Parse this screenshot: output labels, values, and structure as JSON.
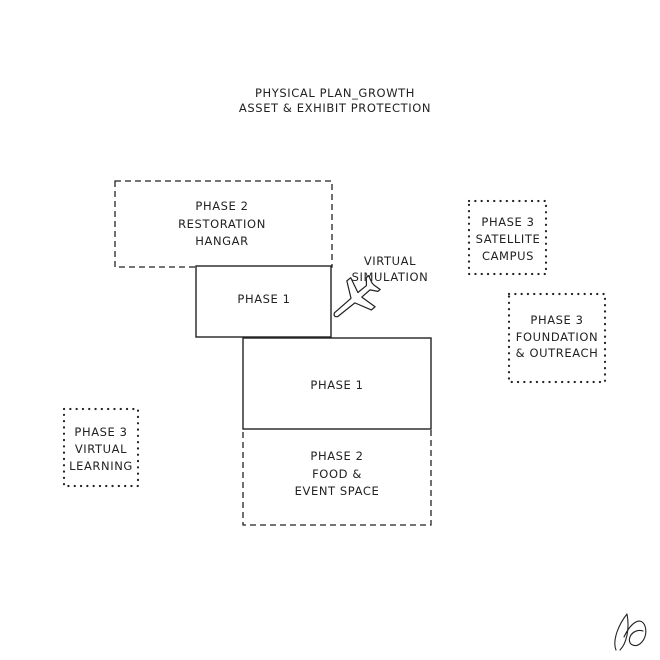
{
  "title": {
    "line1": "PHYSICAL PLAN_GROWTH",
    "line2": "ASSET & EXHIBIT PROTECTION"
  },
  "blocks": {
    "phase2_restoration": {
      "line1": "PHASE 2",
      "line2": "RESTORATION",
      "line3": "HANGAR"
    },
    "phase1_upper": {
      "line1": "PHASE 1"
    },
    "phase1_lower": {
      "line1": "PHASE 1"
    },
    "phase2_food": {
      "line1": "PHASE 2",
      "line2": "FOOD &",
      "line3": "EVENT SPACE"
    },
    "phase3_satellite": {
      "line1": "PHASE 3",
      "line2": "SATELLITE",
      "line3": "CAMPUS"
    },
    "phase3_foundation": {
      "line1": "PHASE 3",
      "line2": "FOUNDATION",
      "line3": "& OUTREACH"
    },
    "phase3_virtual": {
      "line1": "PHASE 3",
      "line2": "VIRTUAL",
      "line3": "LEARNING"
    }
  },
  "annotation": {
    "line1": "VIRTUAL",
    "line2": "SIMULATION"
  },
  "icons": {
    "annotation_icon": "airplane-icon",
    "signature": "signature-mark"
  },
  "colors": {
    "ink": "#222222",
    "background": "#ffffff"
  }
}
